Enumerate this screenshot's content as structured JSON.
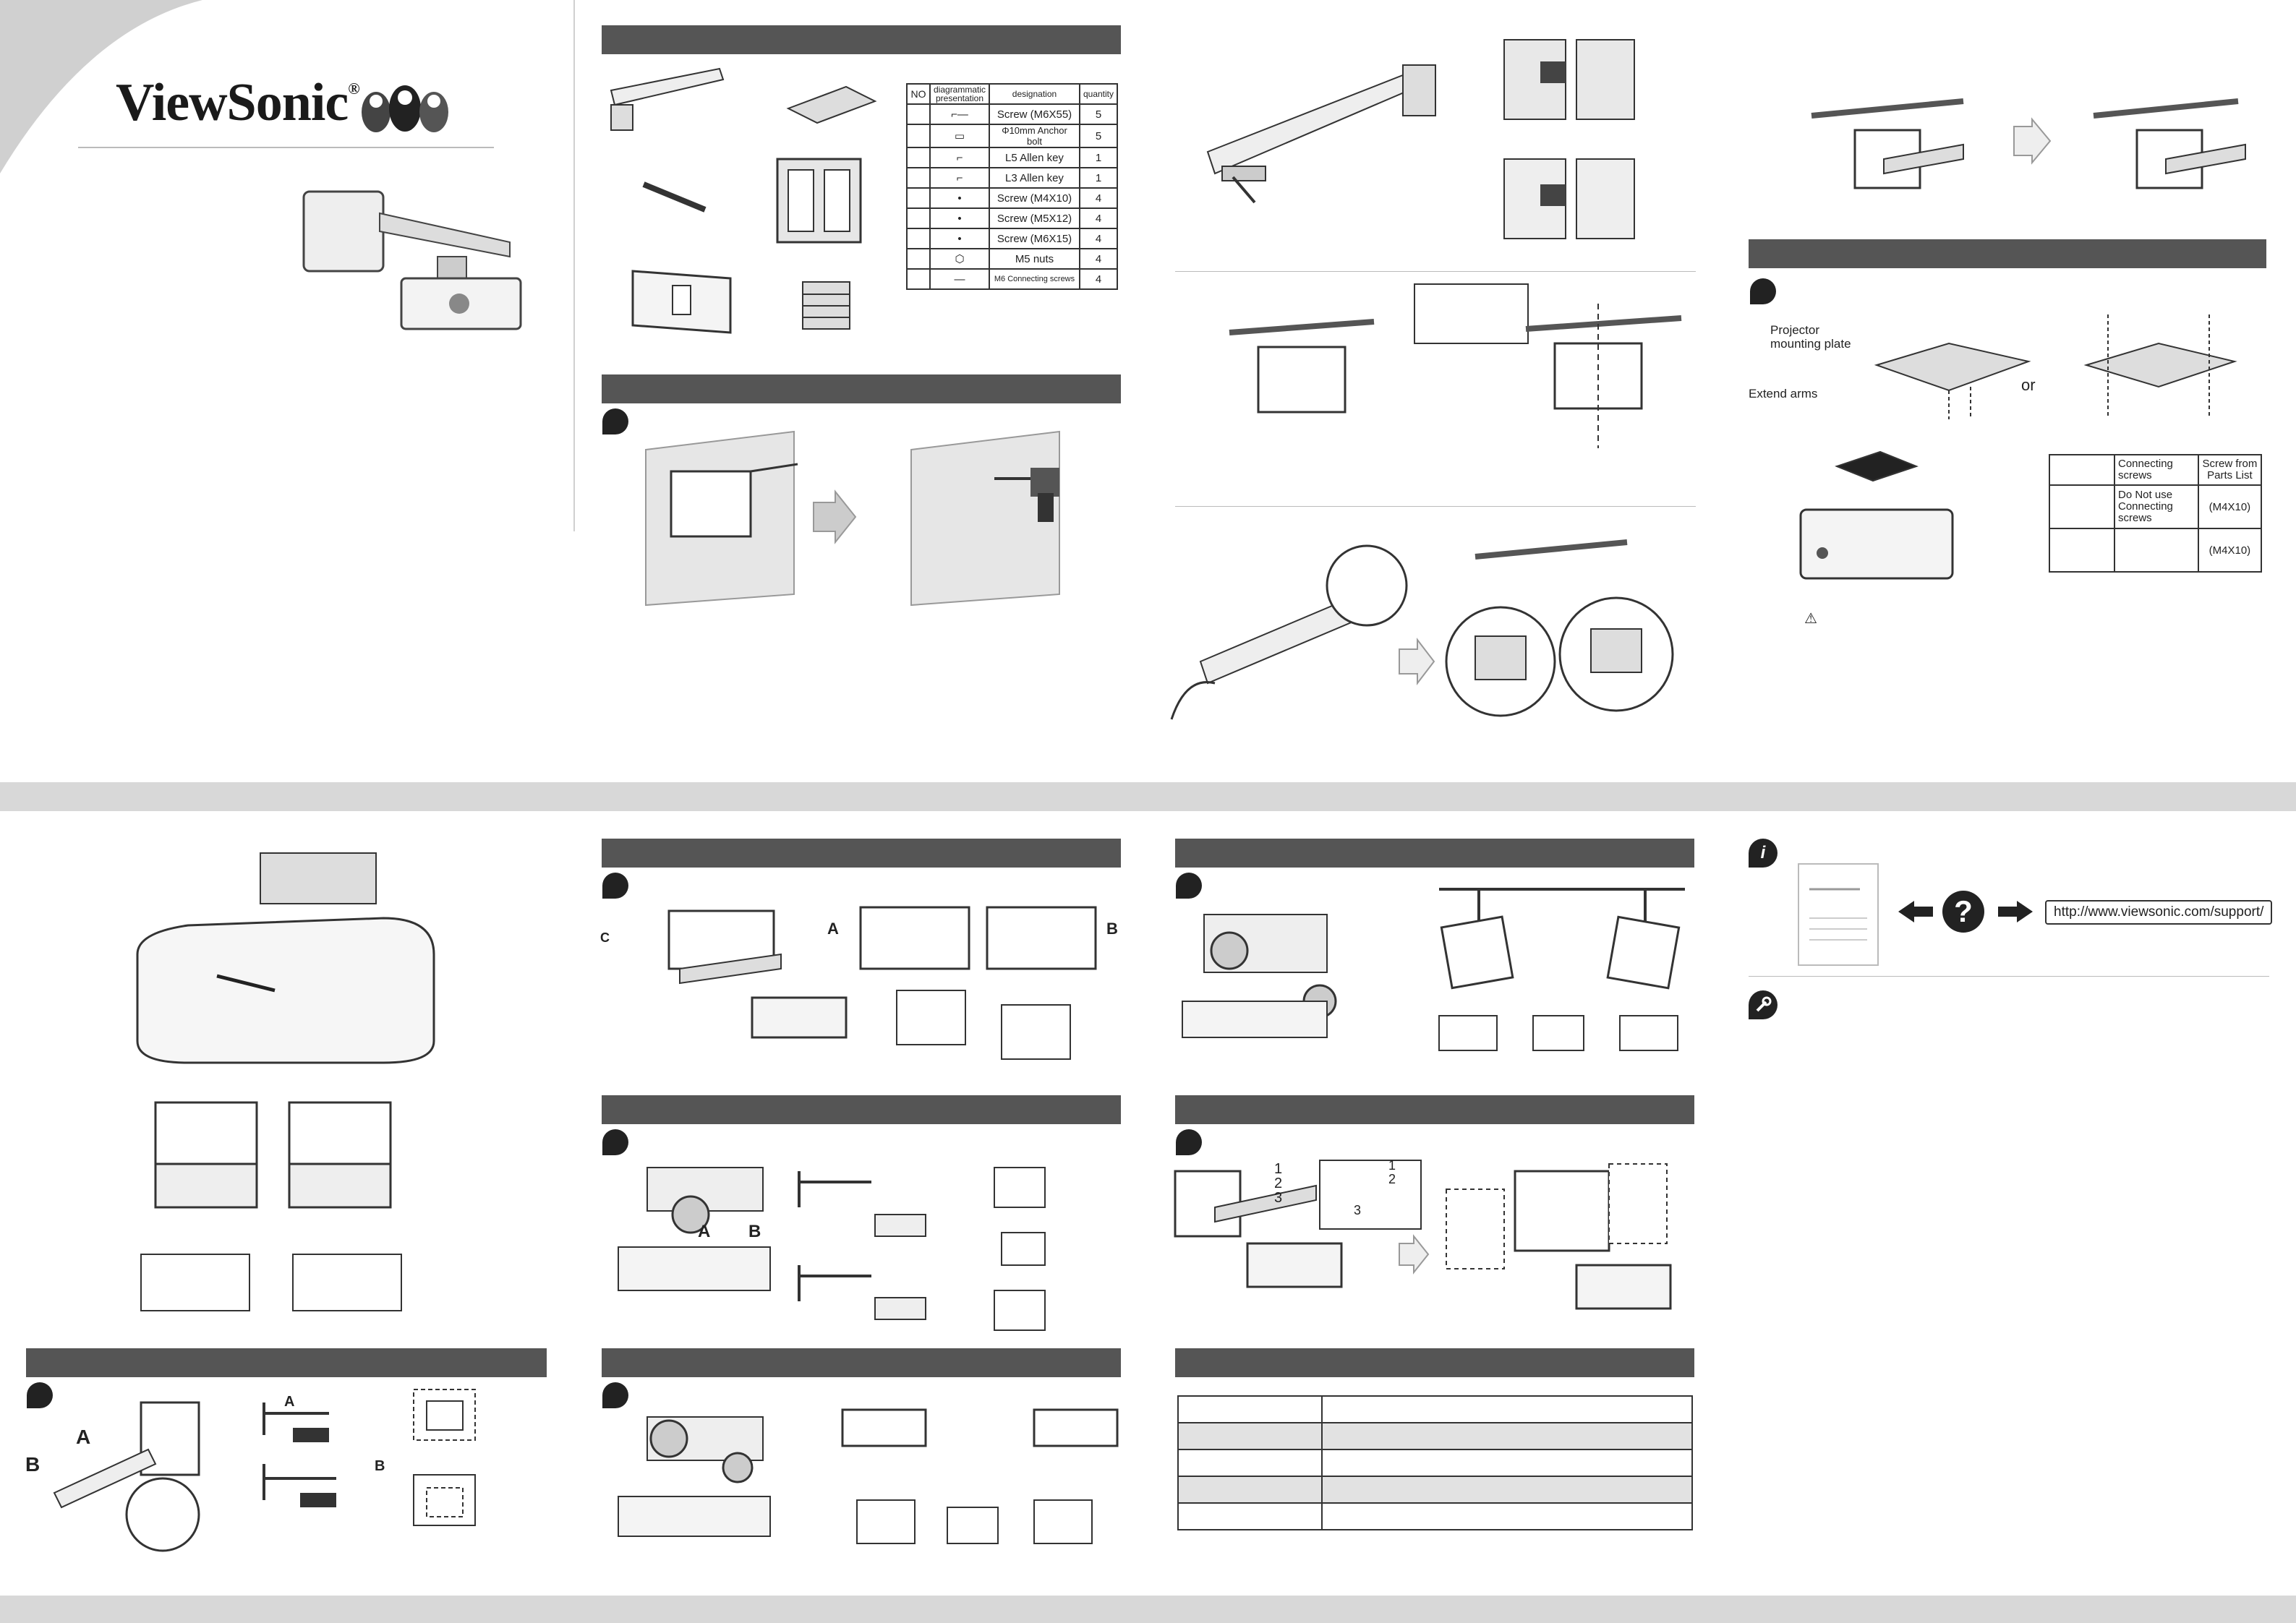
{
  "brand": {
    "name": "ViewSonic",
    "reg": "®"
  },
  "parts_table": {
    "headers": [
      "NO",
      "diagrammatic presentation",
      "designation",
      "quantity"
    ],
    "rows": [
      {
        "designation": "Screw (M6X55)",
        "quantity": "5"
      },
      {
        "designation": "Φ10mm Anchor bolt",
        "quantity": "5"
      },
      {
        "designation": "L5 Allen key",
        "quantity": "1"
      },
      {
        "designation": "L3 Allen key",
        "quantity": "1"
      },
      {
        "designation": "Screw (M4X10)",
        "quantity": "4"
      },
      {
        "designation": "Screw (M5X12)",
        "quantity": "4"
      },
      {
        "designation": "Screw (M6X15)",
        "quantity": "4"
      },
      {
        "designation": "M5 nuts",
        "quantity": "4"
      },
      {
        "designation": "M6 Connecting screws",
        "quantity": "4"
      }
    ]
  },
  "mount_labels": {
    "plate": "Projector mounting plate",
    "arms": "Extend arms",
    "or": "or"
  },
  "connecting_table": {
    "header_connecting": "Connecting screws",
    "header_screw_from": "Screw from Parts List",
    "row1_connecting": "Do Not use Connecting screws",
    "row1_screw": "(M4X10)",
    "row2_screw": "(M4X10)"
  },
  "letters": {
    "a": "A",
    "b": "B",
    "c": "C"
  },
  "step_numbers": [
    "1",
    "2",
    "3"
  ],
  "support_url": "http://www.viewsonic.com/support/",
  "warning_symbol": "⚠",
  "question_symbol": "?",
  "info_symbol": "i"
}
